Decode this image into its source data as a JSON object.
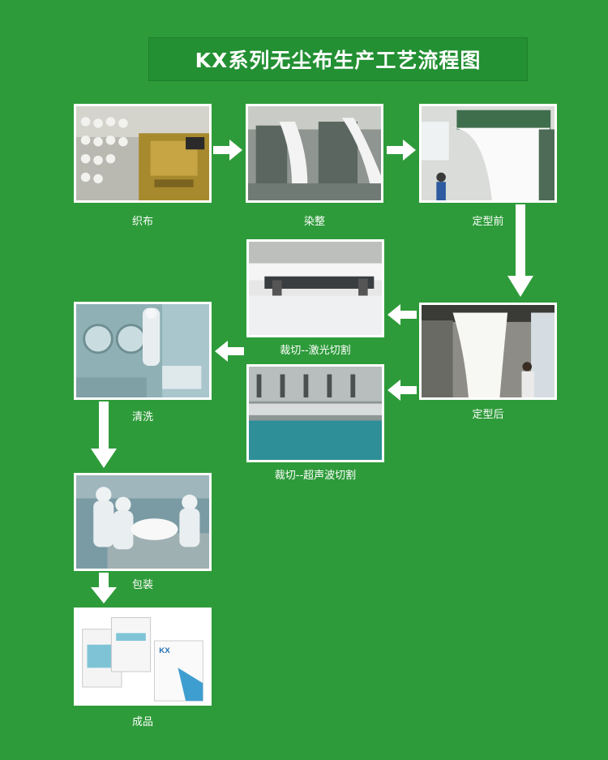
{
  "title": "KX系列无尘布生产工艺流程图",
  "steps": {
    "weaving": "织布",
    "dyeing": "染整",
    "pre_setting": "定型前",
    "post_setting": "定型后",
    "laser_cut": "裁切--激光切割",
    "ultrasonic_cut": "裁切--超声波切割",
    "cleaning": "清洗",
    "packaging": "包装",
    "finished": "成品"
  },
  "product_logo": "KX",
  "colors": {
    "background": "#2e9b3a",
    "title_bar": "#239033",
    "arrow": "#ffffff"
  }
}
